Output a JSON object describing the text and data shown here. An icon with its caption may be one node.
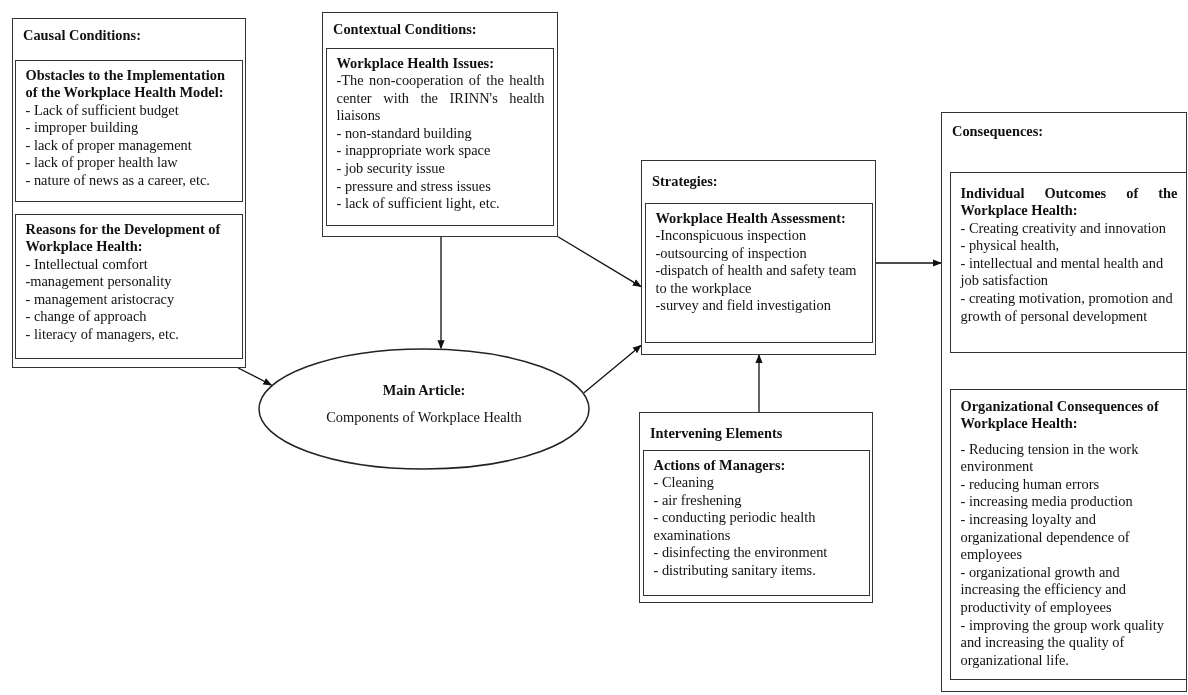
{
  "diagram": {
    "nodes": [
      {
        "text": [
          "Causal Conditions:"
        ]
      },
      {
        "text": [
          "Obstacles to the Implementation of the Workplace Health Model:",
          "- Lack of sufficient budget",
          "- improper building",
          "- lack of proper management",
          "- lack of proper health law",
          "- nature of news as a career, etc."
        ],
        "in": 0
      },
      {
        "text": [
          "Reasons for the Development of Workplace Health:",
          "- Intellectual comfort",
          "-management personality",
          "- management aristocracy",
          "- change of approach",
          "- literacy of managers, etc."
        ],
        "in": 0
      },
      {
        "text": [
          "Contextual Conditions:"
        ]
      },
      {
        "text": [
          "Workplace Health Issues:",
          "-The non-cooperation of the health center with the IRINN's health liaisons",
          "- non-standard building",
          "- inappropriate work space",
          "- job security issue",
          "- pressure and stress issues",
          "- lack of sufficient light, etc."
        ],
        "in": 3
      },
      {
        "text": [
          "Strategies:"
        ]
      },
      {
        "text": [
          "Workplace Health Assessment:",
          "-Inconspicuous inspection",
          "-outsourcing of inspection",
          "-dispatch of health and safety team to the workplace",
          "-survey and field investigation"
        ],
        "in": 5
      },
      {
        "text": [
          "Consequences:"
        ]
      },
      {
        "text": [
          "Individual Outcomes of the Workplace Health:",
          "- Creating creativity and innovation",
          "- physical health,",
          "- intellectual and mental health and job satisfaction",
          "- creating motivation, promotion and growth of personal development"
        ],
        "in": 7
      },
      {
        "text": [
          "Organizational Consequences of Workplace Health:",
          "- Reducing tension in the work environment",
          "- reducing human errors",
          "- increasing media production",
          "- increasing loyalty and organizational dependence of employees",
          "- organizational growth and increasing the efficiency and productivity of employees",
          "- improving the group work quality and increasing the quality of organizational life."
        ],
        "in": 7
      },
      {
        "text": [
          "Main Article:",
          "Components of Workplace Health"
        ]
      },
      {
        "text": [
          "Intervening Elements"
        ]
      },
      {
        "text": [
          "Actions of Managers:",
          "- Cleaning",
          "- air freshening",
          "- conducting periodic health examinations",
          "- disinfecting the environment",
          "- distributing sanitary items."
        ],
        "in": 11
      }
    ],
    "edges": [
      {
        "from": 0,
        "to": 10,
        "arrow": "to"
      },
      {
        "from": 3,
        "to": 10,
        "arrow": "to"
      },
      {
        "from": 10,
        "to": 5,
        "arrow": "to"
      },
      {
        "from": 3,
        "to": 5,
        "arrow": "to"
      },
      {
        "from": 11,
        "to": 5,
        "arrow": "to"
      },
      {
        "from": 5,
        "to": 7,
        "arrow": "to"
      }
    ]
  }
}
